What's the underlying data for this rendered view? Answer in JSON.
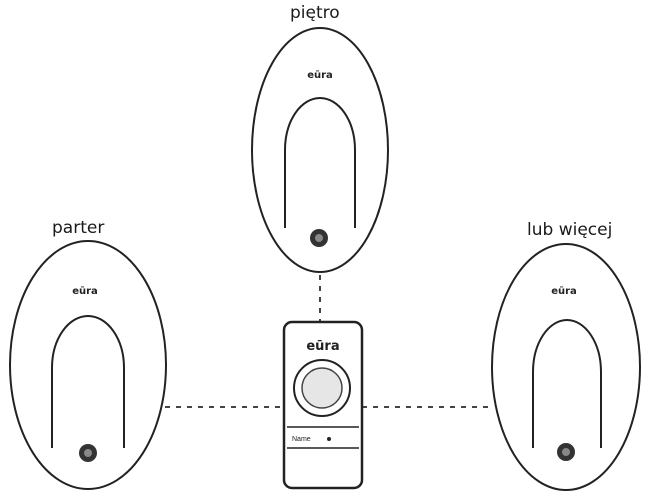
{
  "labels": {
    "top_receiver": "piętro",
    "left_receiver": "parter",
    "right_receiver": "lub więcej"
  },
  "brand": {
    "name": "eūra"
  },
  "push_button": {
    "name_tag": "Name"
  },
  "colors": {
    "outline": "#222222",
    "connector": "#444444",
    "button_face": "#e6e6e6"
  }
}
